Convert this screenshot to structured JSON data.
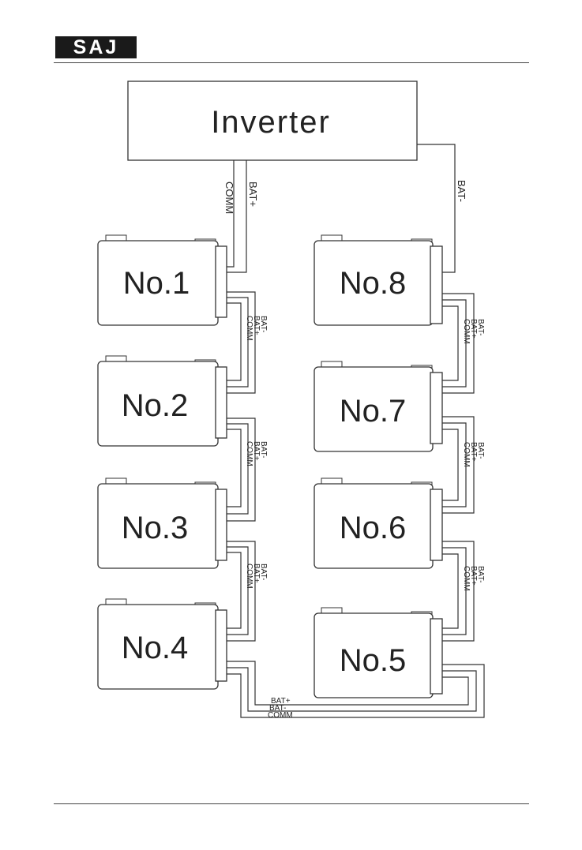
{
  "header": {
    "logo_text": "SAJ"
  },
  "diagram": {
    "inverter_label": "Inverter",
    "batteries": [
      {
        "label": "No.1"
      },
      {
        "label": "No.2"
      },
      {
        "label": "No.3"
      },
      {
        "label": "No.4"
      },
      {
        "label": "No.5"
      },
      {
        "label": "No.6"
      },
      {
        "label": "No.7"
      },
      {
        "label": "No.8"
      }
    ],
    "wire_labels": {
      "bat_plus": "BAT+",
      "bat_minus": "BAT-",
      "comm": "COMM"
    }
  }
}
